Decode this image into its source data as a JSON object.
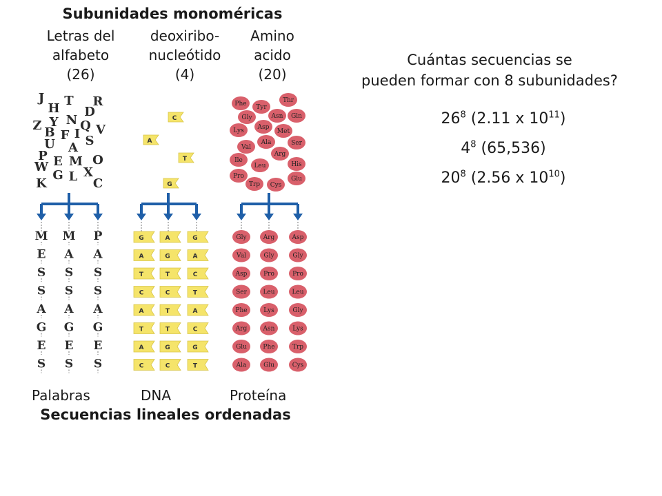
{
  "title": "Subunidades monoméricas",
  "columns": [
    {
      "lines": [
        "Letras del",
        "alfabeto",
        "(26)"
      ]
    },
    {
      "lines": [
        "deoxiribo-",
        "nucleótido",
        "(4)"
      ]
    },
    {
      "lines": [
        "Amino",
        "acido",
        "(20)"
      ]
    }
  ],
  "question": [
    "Cuántas secuencias se",
    "pueden formar con 8 subunidades?"
  ],
  "calcs": [
    {
      "base": "26",
      "exp": "8",
      "rest": " (2.11 x 10",
      "rest_exp": "11",
      "end": ")"
    },
    {
      "base": "4",
      "exp": "8",
      "rest": " (65,536)",
      "rest_exp": "",
      "end": ""
    },
    {
      "base": "20",
      "exp": "8",
      "rest": " (2.56 x 10",
      "rest_exp": "10",
      "end": ")"
    }
  ],
  "scattered_letters": [
    "J",
    "H",
    "T",
    "R",
    "Y",
    "N",
    "D",
    "Z",
    "B",
    "Q",
    "V",
    "F",
    "I",
    "S",
    "U",
    "A",
    "P",
    "E",
    "M",
    "O",
    "W",
    "G",
    "L",
    "X",
    "K",
    "C"
  ],
  "nucleotides": [
    "C",
    "A",
    "T",
    "G"
  ],
  "amino_acids": [
    "Phe",
    "Tyr",
    "Thr",
    "Gly",
    "Asn",
    "Gln",
    "Lys",
    "Asp",
    "Met",
    "Ala",
    "Ser",
    "Val",
    "Arg",
    "Ile",
    "Leu",
    "His",
    "Pro",
    "Trp",
    "Cys",
    "Glu"
  ],
  "words": [
    [
      "M",
      "E",
      "S",
      "S",
      "A",
      "G",
      "E",
      "S"
    ],
    [
      "M",
      "A",
      "S",
      "S",
      "A",
      "G",
      "E",
      "S"
    ],
    [
      "P",
      "A",
      "S",
      "S",
      "A",
      "G",
      "E",
      "S"
    ]
  ],
  "dna": [
    [
      "G",
      "A",
      "T",
      "C",
      "A",
      "T",
      "A",
      "C"
    ],
    [
      "A",
      "G",
      "T",
      "C",
      "T",
      "T",
      "G",
      "C"
    ],
    [
      "G",
      "A",
      "C",
      "T",
      "A",
      "C",
      "G",
      "T"
    ]
  ],
  "protein": [
    [
      "Gly",
      "Val",
      "Asp",
      "Ser",
      "Phe",
      "Arg",
      "Glu",
      "Ala"
    ],
    [
      "Arg",
      "Gly",
      "Pro",
      "Leu",
      "Lys",
      "Asn",
      "Phe",
      "Glu"
    ],
    [
      "Asp",
      "Gly",
      "Pro",
      "Leu",
      "Gly",
      "Lys",
      "Trp",
      "Cys"
    ]
  ],
  "bottom_labels": [
    "Palabras",
    "DNA",
    "Proteína"
  ],
  "bottom_title": "Secuencias lineales ordenadas",
  "colors": {
    "arrow": "#1f5fa8",
    "nucleotide": "#f5e46a",
    "amino": "#d9606b",
    "letters": "#2b2b2b"
  }
}
